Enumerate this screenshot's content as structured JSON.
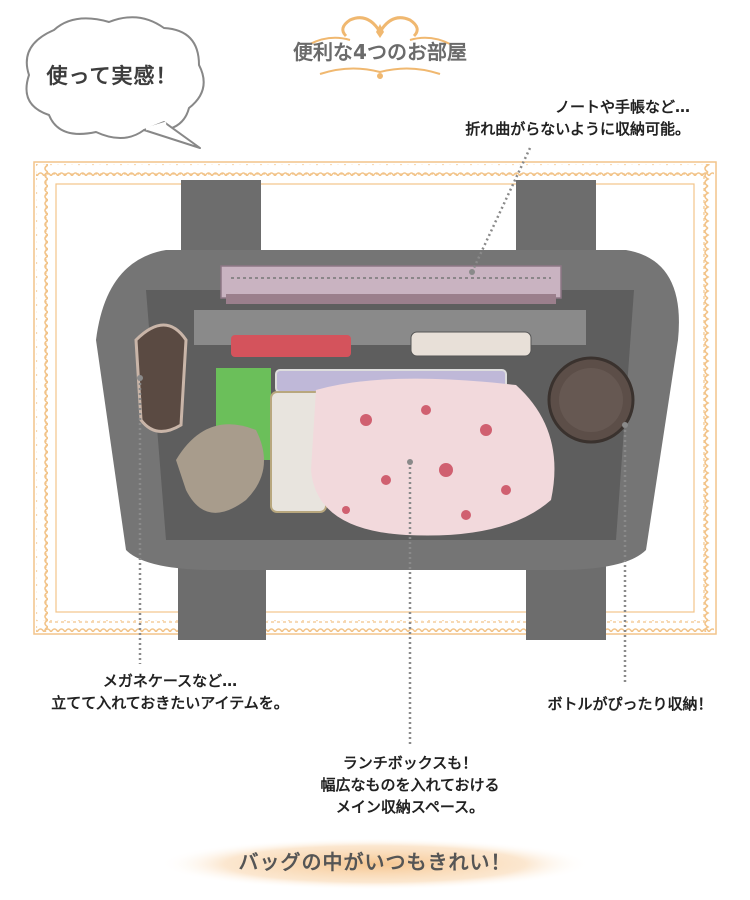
{
  "bubble": {
    "text": "使って実感！"
  },
  "header": {
    "title": "便利な4つのお部屋"
  },
  "callouts": {
    "notebook": {
      "line1": "ノートや手帳など…",
      "line2": "折れ曲がらないように収納可能。"
    },
    "glasses": {
      "line1": "メガネケースなど…",
      "line2": "立てて入れておきたいアイテムを。"
    },
    "lunch": {
      "line1": "ランチボックスも！",
      "line2": "幅広なものを入れておける",
      "line3": "メイン収納スペース。"
    },
    "bottle": {
      "line1": "ボトルがぴったり収納！"
    }
  },
  "footer": {
    "text": "バッグの中がいつもきれい！"
  },
  "colors": {
    "frame": "#f2c48a",
    "bag": "#6d6d6d",
    "accent": "#f3b878"
  }
}
